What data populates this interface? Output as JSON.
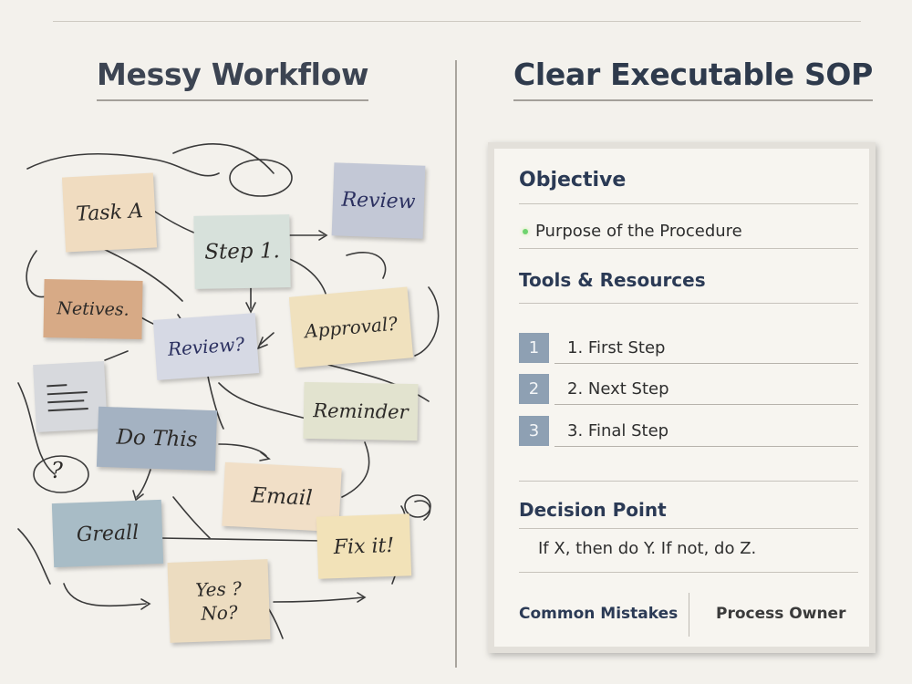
{
  "left_panel": {
    "title": "Messy Workflow",
    "notes": [
      {
        "id": "task-a",
        "label": "Task A",
        "color": "#f0dcc0"
      },
      {
        "id": "review-top",
        "label": "Review",
        "color": "#c3c8d6"
      },
      {
        "id": "step-1",
        "label": "Step 1.",
        "color": "#d7e1db"
      },
      {
        "id": "netives",
        "label": "Netives.",
        "color": "#d7aa86"
      },
      {
        "id": "approval",
        "label": "Approval?",
        "color": "#f0e1be"
      },
      {
        "id": "review-q",
        "label": "Review?",
        "color": "#d6d9e4"
      },
      {
        "id": "reminder",
        "label": "Reminder",
        "color": "#e2e3cf"
      },
      {
        "id": "do-this",
        "label": "Do This",
        "color": "#a4b2c2"
      },
      {
        "id": "email",
        "label": "Email",
        "color": "#f1dfc7"
      },
      {
        "id": "greall",
        "label": "Greall",
        "color": "#a8bcc6"
      },
      {
        "id": "fix-it",
        "label": "Fix it!",
        "color": "#f2e2b8"
      },
      {
        "id": "yes-no",
        "label": "Yes ? No?",
        "color": "#ecdcc0"
      }
    ],
    "question_mark": "?"
  },
  "right_panel": {
    "title": "Clear Executable SOP",
    "objective": {
      "title": "Objective",
      "item": "Purpose of the Procedure"
    },
    "tools": {
      "title": "Tools & Resources"
    },
    "steps": [
      {
        "num": "1",
        "label": "1. First Step"
      },
      {
        "num": "2",
        "label": "2. Next Step"
      },
      {
        "num": "3",
        "label": "3. Final Step"
      }
    ],
    "decision": {
      "title": "Decision Point",
      "text": "If X, then do Y. If not, do Z."
    },
    "footer": {
      "left": "Common Mistakes",
      "right": "Process Owner"
    }
  },
  "colors": {
    "background": "#f3f1ec",
    "heading": "#3c4452",
    "sop_title": "#2b3a55",
    "step_badge": "#8ea0b3"
  }
}
